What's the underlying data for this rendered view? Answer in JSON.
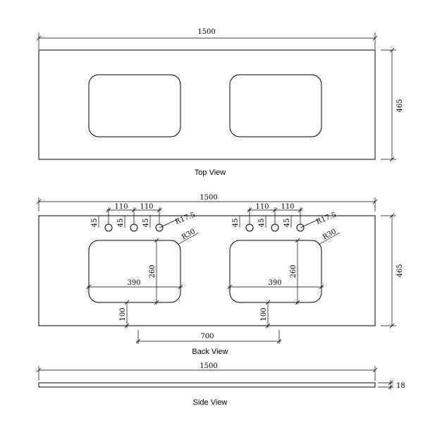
{
  "views": {
    "top": {
      "title": "Top View",
      "width": "1500",
      "depth": "465"
    },
    "back": {
      "title": "Back View",
      "width": "1500",
      "depth": "465",
      "basin_centers": "700",
      "left": {
        "tap_spacing_1": "110",
        "tap_spacing_2": "110",
        "hole_offset": "45",
        "hole_radius": "R17.5",
        "corner_radius": "R30",
        "basin_width": "390",
        "basin_height": "260",
        "front_offset": "100"
      },
      "right": {
        "tap_spacing_1": "110",
        "tap_spacing_2": "110",
        "hole_offset": "45",
        "hole_radius": "R17.5",
        "corner_radius": "R30",
        "basin_width": "390",
        "basin_height": "260",
        "front_offset": "100"
      }
    },
    "side": {
      "title": "Side View",
      "width": "1500",
      "thickness": "18"
    }
  }
}
